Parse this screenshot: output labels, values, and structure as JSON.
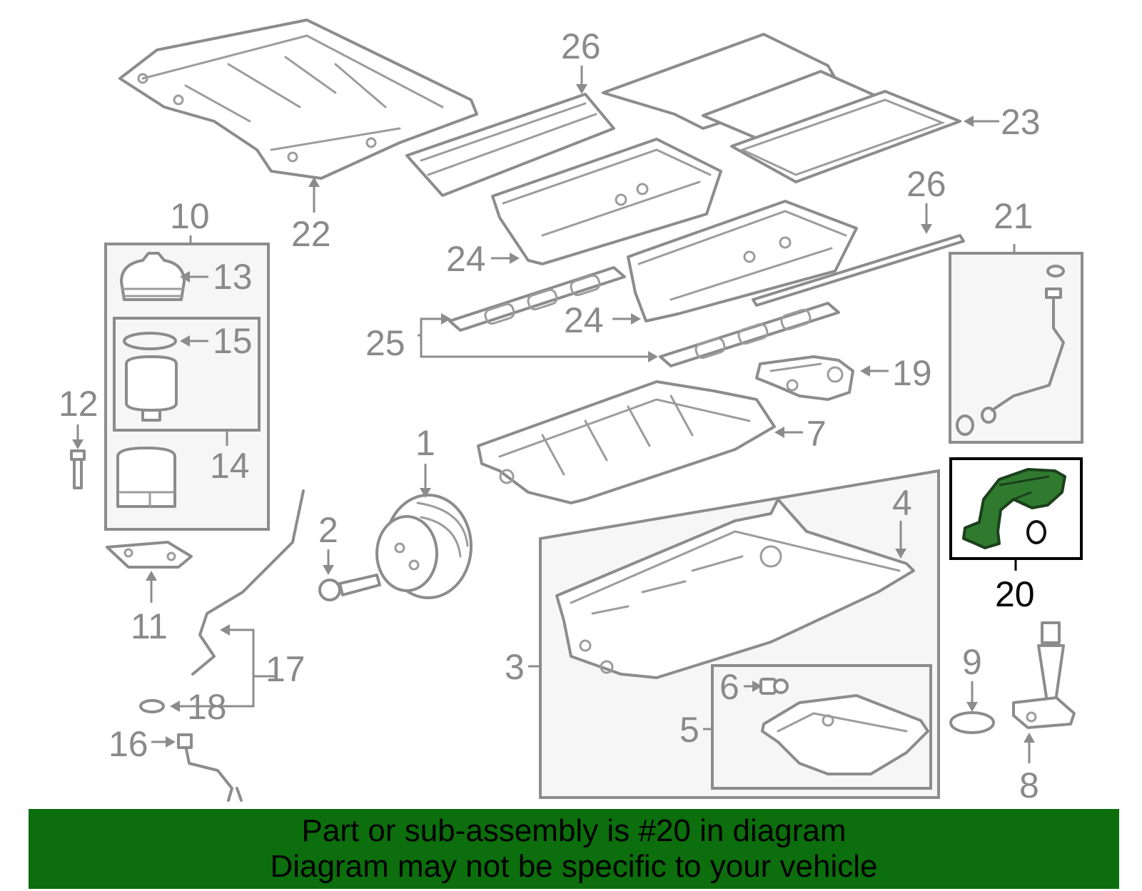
{
  "callouts": {
    "c1": "1",
    "c2": "2",
    "c3": "3",
    "c4": "4",
    "c5": "5",
    "c6": "6",
    "c7": "7",
    "c8": "8",
    "c9": "9",
    "c10": "10",
    "c11": "11",
    "c12": "12",
    "c13": "13",
    "c14": "14",
    "c15": "15",
    "c16": "16",
    "c17": "17",
    "c18": "18",
    "c19": "19",
    "c20": "20",
    "c21": "21",
    "c22": "22",
    "c23": "23",
    "c24a": "24",
    "c24b": "24",
    "c25": "25",
    "c26a": "26",
    "c26b": "26"
  },
  "highlight": {
    "part_number": "20",
    "color": "#2f7a2f"
  },
  "banner": {
    "line1": "Part or sub-assembly is #20 in diagram",
    "line2": "Diagram may not be specific to your vehicle",
    "color": "#0c6e0c"
  }
}
